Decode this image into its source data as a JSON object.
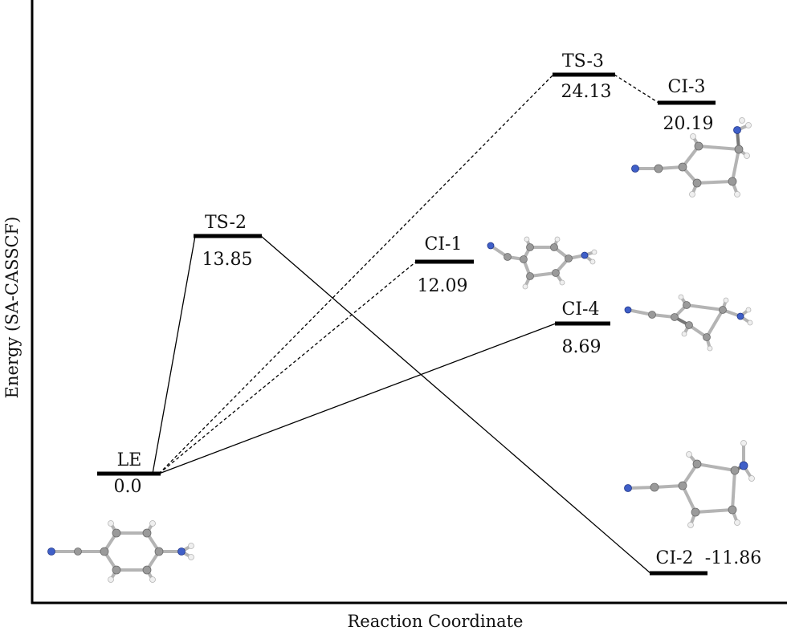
{
  "axes": {
    "y_label": "Energy (SA-CASSCF)",
    "x_label": "Reaction Coordinate"
  },
  "states": {
    "le": {
      "name": "LE",
      "energy": "0.0"
    },
    "ts2": {
      "name": "TS-2",
      "energy": "13.85"
    },
    "ci1": {
      "name": "CI-1",
      "energy": "12.09"
    },
    "ts3": {
      "name": "TS-3",
      "energy": "24.13"
    },
    "ci3": {
      "name": "CI-3",
      "energy": "20.19"
    },
    "ci4": {
      "name": "CI-4",
      "energy": "8.69"
    },
    "ci2": {
      "name": "CI-2",
      "energy": "-11.86"
    }
  },
  "colors": {
    "carbon": "#9a9a9a",
    "hydrogen": "#efefef",
    "nitrogen": "#3f5fc8",
    "line": "#000000"
  }
}
